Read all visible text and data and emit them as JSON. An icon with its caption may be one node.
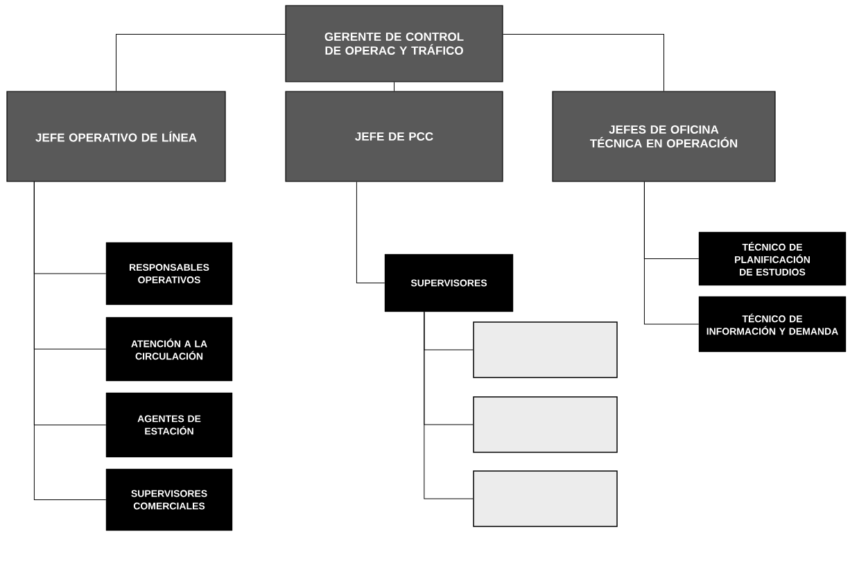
{
  "diagram": {
    "nodes": [
      {
        "text": [
          "GERENTE DE CONTROL DE OPERAC Y TRÁFICO"
        ]
      },
      {
        "text": [
          "JEFE OPERATIVO DE LÍNEA"
        ]
      },
      {
        "text": [
          "JEFE DE PCC"
        ]
      },
      {
        "text": [
          "JEFES DE OFICINA TÉCNICA EN OPERACIÓN"
        ]
      },
      {
        "text": [
          "RESPONSABLES OPERATIVOS"
        ]
      },
      {
        "text": [
          "ATENCIÓN A LA CIRCULACIÓN"
        ]
      },
      {
        "text": [
          "AGENTES DE ESTACIÓN"
        ]
      },
      {
        "text": [
          "SUPERVISORES COMERCIALES"
        ]
      },
      {
        "text": [
          "SUPERVISORES"
        ]
      },
      {
        "text": [],
        "shape": "box"
      },
      {
        "text": [],
        "shape": "box"
      },
      {
        "text": [],
        "shape": "box"
      },
      {
        "text": [
          "TÉCNICO DE PLANIFICACIÓN DE ESTUDIOS"
        ]
      },
      {
        "text": [
          "TÉCNICO DE INFORMACIÓN Y DEMANDA"
        ]
      }
    ],
    "edges": [
      {
        "from": 0,
        "to": 1,
        "arrow": "none"
      },
      {
        "from": 0,
        "to": 2,
        "arrow": "none"
      },
      {
        "from": 0,
        "to": 3,
        "arrow": "none"
      },
      {
        "from": 1,
        "to": 4,
        "arrow": "none"
      },
      {
        "from": 1,
        "to": 5,
        "arrow": "none"
      },
      {
        "from": 1,
        "to": 6,
        "arrow": "none"
      },
      {
        "from": 1,
        "to": 7,
        "arrow": "none"
      },
      {
        "from": 2,
        "to": 8,
        "arrow": "none"
      },
      {
        "from": 8,
        "to": 9,
        "arrow": "none"
      },
      {
        "from": 8,
        "to": 10,
        "arrow": "none"
      },
      {
        "from": 8,
        "to": 11,
        "arrow": "none"
      },
      {
        "from": 3,
        "to": 12,
        "arrow": "none"
      },
      {
        "from": 3,
        "to": 13,
        "arrow": "none"
      }
    ]
  }
}
